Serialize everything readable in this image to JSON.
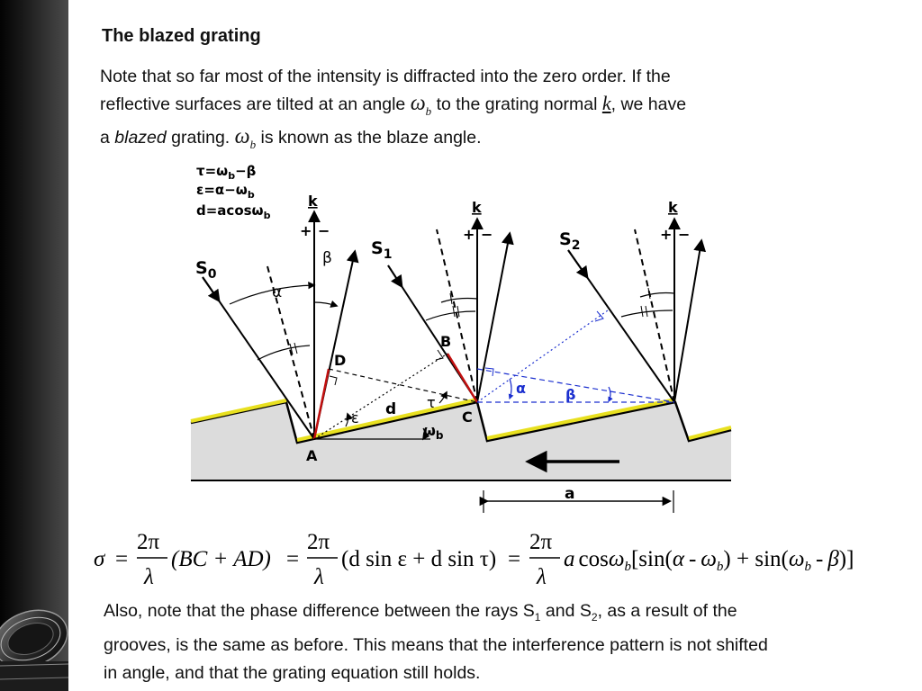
{
  "title": "The blazed grating",
  "intro": {
    "line1": "Note that so far most of the intensity is diffracted into the zero order. If the",
    "line2_before": "reflective surfaces are tilted at an angle",
    "line2_mid": "to the grating normal",
    "line2_after": ", we have",
    "line3_a": "a",
    "line3_blazed": "blazed",
    "line3_grating": "grating.",
    "line3_end": "is known as the blaze angle.",
    "omega": "ω",
    "omega_sub": "b",
    "k_symbol": "k"
  },
  "diagram": {
    "defs": [
      "τ=ω",
      "−β",
      "ε=α−ω",
      "d=acosω"
    ],
    "defs_sub": "b",
    "ray_s": "S",
    "sub0": "0",
    "sub1": "1",
    "sub2": "2",
    "k": "k",
    "plus": "+",
    "minus": "−",
    "alpha": "α",
    "beta": "β",
    "tau": "τ",
    "epsilon": "ε",
    "omega": "ω",
    "omega_sub": "b",
    "d": "d",
    "a": "a",
    "pt_A": "A",
    "pt_B": "B",
    "pt_C": "C",
    "pt_D": "D"
  },
  "equation": {
    "sigma": "σ",
    "eq": "=",
    "two_pi": "2π",
    "lambda": "λ",
    "t1": "(BC + AD)",
    "t2": "(d sin ε + d sin τ)",
    "t3_a": "a",
    "t3_cos": "cos",
    "omega": "ω",
    "sub_b": "b",
    "t3_open": "[sin(",
    "alpha": "α",
    "minus": "-",
    "close_plus": ") + sin(",
    "beta": "β",
    "t3_close": ")]"
  },
  "outro": {
    "l1_a": "Also, note that the phase difference between the rays S",
    "sub1": "1",
    "l1_b": " and S",
    "sub2": "2",
    "l1_c": ", as a result of the",
    "l2": "grooves, is the same as before. This means that the interference pattern is not shifted",
    "l3": "in angle, and that the grating equation still holds."
  }
}
